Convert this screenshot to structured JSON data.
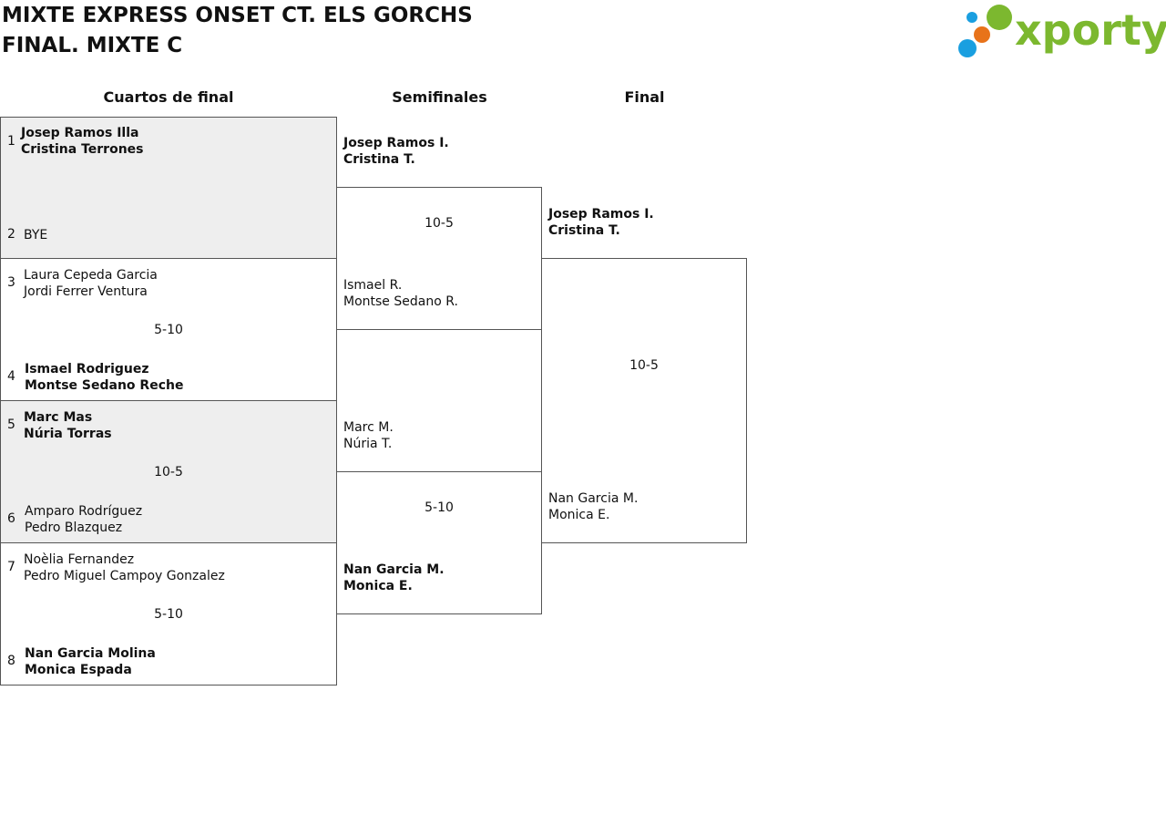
{
  "header": {
    "title_line1": "MIXTE EXPRESS ONSET CT. ELS GORCHS",
    "title_line2": "FINAL. MIXTE C",
    "logo_text": "xporty",
    "logo_colors": {
      "green": "#7cb82f",
      "blue": "#1a9fe0",
      "orange": "#e8731a"
    }
  },
  "rounds": {
    "quarterfinals": "Cuartos de final",
    "semifinals": "Semifinales",
    "final": "Final"
  },
  "quarterfinals": [
    {
      "top": {
        "seed": "1",
        "line1": "Josep Ramos Illa",
        "line2": "Cristina Terrones"
      },
      "bottom": {
        "seed": "2",
        "line1": "BYE",
        "line2": ""
      },
      "score": ""
    },
    {
      "top": {
        "seed": "3",
        "line1": "Laura Cepeda Garcia",
        "line2": "Jordi Ferrer Ventura"
      },
      "bottom": {
        "seed": "4",
        "line1": "Ismael Rodriguez",
        "line2": "Montse Sedano Reche"
      },
      "score": "5-10"
    },
    {
      "top": {
        "seed": "5",
        "line1": "Marc Mas",
        "line2": "Núria Torras"
      },
      "bottom": {
        "seed": "6",
        "line1": "Amparo Rodríguez",
        "line2": "Pedro Blazquez"
      },
      "score": "10-5"
    },
    {
      "top": {
        "seed": "7",
        "line1": "Noèlia Fernandez",
        "line2": "Pedro Miguel Campoy Gonzalez"
      },
      "bottom": {
        "seed": "8",
        "line1": "Nan Garcia Molina",
        "line2": "Monica Espada"
      },
      "score": "5-10"
    }
  ],
  "semifinals": [
    {
      "top": {
        "line1": "Josep Ramos I.",
        "line2": "Cristina T."
      },
      "bottom": {
        "line1": "Ismael R.",
        "line2": "Montse Sedano R."
      },
      "score": "10-5"
    },
    {
      "top": {
        "line1": "Marc M.",
        "line2": "Núria T."
      },
      "bottom": {
        "line1": "Nan Garcia M.",
        "line2": "Monica E."
      },
      "score": "5-10"
    }
  ],
  "final": {
    "top": {
      "line1": "Josep Ramos I.",
      "line2": "Cristina T."
    },
    "bottom": {
      "line1": "Nan Garcia M.",
      "line2": "Monica E."
    },
    "score": "10-5"
  }
}
